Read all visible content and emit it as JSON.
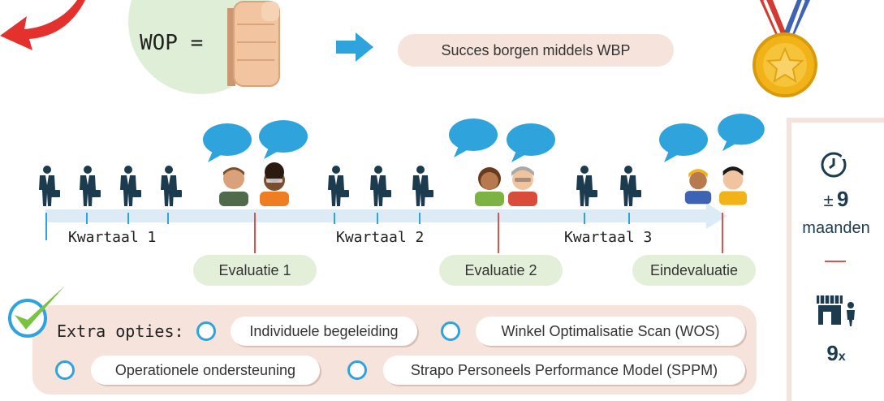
{
  "header": {
    "equation_left": "WOP =",
    "goal": "Succes borgen middels WBP"
  },
  "timeline": {
    "quarters": [
      "Kwartaal 1",
      "Kwartaal 2",
      "Kwartaal 3"
    ],
    "evaluations": [
      "Evaluatie 1",
      "Evaluatie 2",
      "Eindevaluatie"
    ]
  },
  "extras": {
    "title": "Extra opties:",
    "options": [
      "Individuele begeleiding",
      "Winkel Optimalisatie Scan (WOS)",
      "Operationele ondersteuning",
      "Strapo Personeels Performance Model (SPPM)"
    ]
  },
  "side": {
    "duration_prefix": "±",
    "duration_value": "9",
    "duration_unit": "maanden",
    "count_value": "9",
    "count_suffix": "x"
  },
  "icons": [
    "red-arrow-icon",
    "thumbs-up-icon",
    "blue-arrow-icon",
    "medal-icon",
    "businessman-icon",
    "speech-bubble-icon",
    "person-avatar-icon",
    "check-icon",
    "clock-icon",
    "store-icon"
  ],
  "colors": {
    "blue": "#2ea3dc",
    "red_marker": "#d9534f",
    "pink": "#f6e4dc",
    "green": "#e3efd9",
    "navy": "#1d3b4f",
    "check_green": "#7cc242"
  }
}
